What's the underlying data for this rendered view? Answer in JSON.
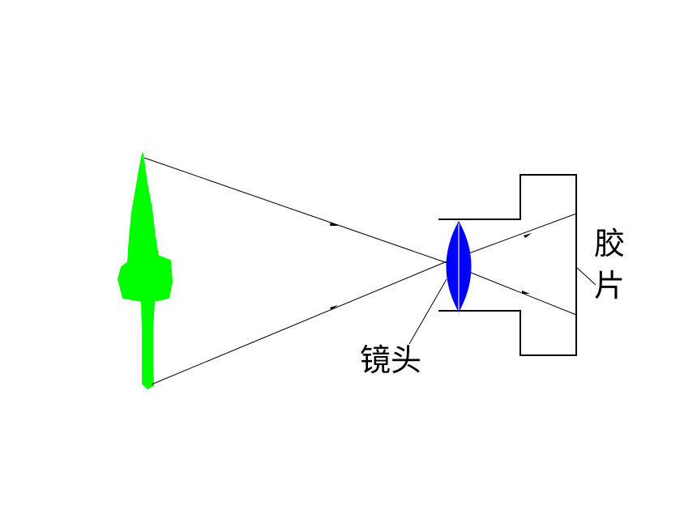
{
  "labels": {
    "film_line1": "胶",
    "film_line2": "片",
    "lens": "镜头"
  },
  "colors": {
    "object": "#00ff00",
    "lens": "#0000ff",
    "line": "#000000",
    "background": "#ffffff"
  }
}
